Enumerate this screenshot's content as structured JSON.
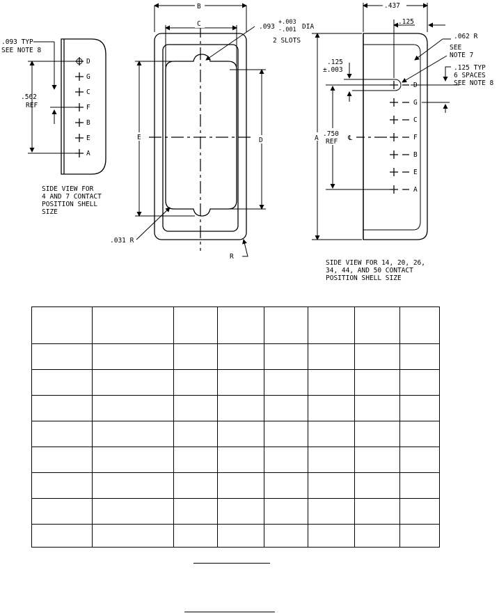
{
  "left_view": {
    "dim_typ": ".093 TYP",
    "dim_typ_note": "SEE NOTE 8",
    "dim_ref_value": ".562",
    "dim_ref_suffix": "REF",
    "contacts": [
      "D",
      "G",
      "C",
      "F",
      "B",
      "E",
      "A"
    ],
    "caption": [
      "SIDE VIEW FOR",
      "4 AND 7 CONTACT",
      "POSITION SHELL",
      "SIZE"
    ]
  },
  "center_view": {
    "dim_b": "B",
    "dim_c": "C",
    "dim_d": "D",
    "dim_e": "E",
    "slot_dia": ".093",
    "slot_tol_plus": "+.003",
    "slot_tol_minus": "-.001",
    "slot_dia_suffix": "DIA",
    "slot_count": "2 SLOTS",
    "corner_radius": ".031 R",
    "outer_radius": "R"
  },
  "right_view": {
    "dim_width": ".437",
    "dim_offset": ".125",
    "dim_radius": ".062 R",
    "see_note": [
      "SEE",
      "NOTE 7"
    ],
    "dim_slot": ".125",
    "dim_slot_tol": "±.003",
    "dim_spacing": [
      ".125 TYP",
      "6 SPACES",
      "SEE NOTE 8"
    ],
    "dim_a": "A",
    "centerline": "℄",
    "dim_ref_value": ".750",
    "dim_ref_suffix": "REF",
    "contacts": [
      "D",
      "G",
      "C",
      "F",
      "B",
      "E",
      "A"
    ],
    "caption": [
      "SIDE VIEW FOR 14, 20, 26,",
      "34, 44, AND 50 CONTACT",
      "POSITION SHELL SIZE"
    ]
  },
  "table": {
    "rows": 9,
    "cols": 8,
    "cells": [
      [
        "",
        "",
        "",
        "",
        "",
        "",
        "",
        ""
      ],
      [
        "",
        "",
        "",
        "",
        "",
        "",
        "",
        ""
      ],
      [
        "",
        "",
        "",
        "",
        "",
        "",
        "",
        ""
      ],
      [
        "",
        "",
        "",
        "",
        "",
        "",
        "",
        ""
      ],
      [
        "",
        "",
        "",
        "",
        "",
        "",
        "",
        ""
      ],
      [
        "",
        "",
        "",
        "",
        "",
        "",
        "",
        ""
      ],
      [
        "",
        "",
        "",
        "",
        "",
        "",
        "",
        ""
      ],
      [
        "",
        "",
        "",
        "",
        "",
        "",
        "",
        ""
      ],
      [
        "",
        "",
        "",
        "",
        "",
        "",
        "",
        ""
      ]
    ]
  }
}
